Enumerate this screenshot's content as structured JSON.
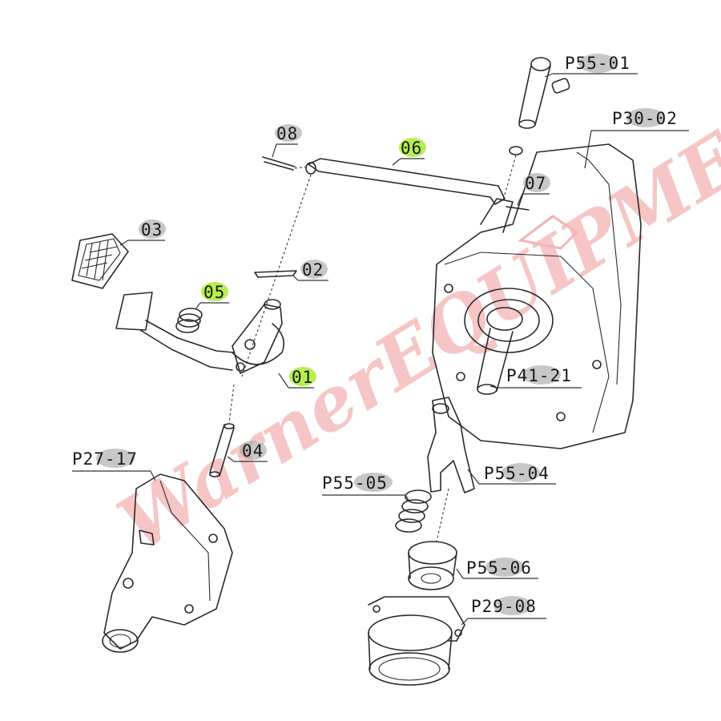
{
  "diagram": {
    "colors": {
      "line": "#2a2a2a",
      "highlight_green": "#b6ee52",
      "highlight_gray": "#a9a9a9",
      "watermark": "#f3b4b4"
    },
    "watermark": "WarnerEQUIPMENT",
    "callouts": [
      {
        "id": "p55-01",
        "label": "P55-01",
        "highlight": "gray"
      },
      {
        "id": "p30-02",
        "label": "P30-02",
        "highlight": "gray"
      },
      {
        "id": "08",
        "label": "08",
        "highlight": "gray"
      },
      {
        "id": "06",
        "label": "06",
        "highlight": "green"
      },
      {
        "id": "07",
        "label": "07",
        "highlight": "gray"
      },
      {
        "id": "03",
        "label": "03",
        "highlight": "gray"
      },
      {
        "id": "02",
        "label": "02",
        "highlight": "gray"
      },
      {
        "id": "05",
        "label": "05",
        "highlight": "green"
      },
      {
        "id": "01",
        "label": "01",
        "highlight": "green"
      },
      {
        "id": "p41-21",
        "label": "P41-21",
        "highlight": "gray"
      },
      {
        "id": "04",
        "label": "04",
        "highlight": "gray"
      },
      {
        "id": "p27-17",
        "label": "P27-17",
        "highlight": "gray"
      },
      {
        "id": "p55-05",
        "label": "P55-05",
        "highlight": "gray"
      },
      {
        "id": "p55-04",
        "label": "P55-04",
        "highlight": "gray"
      },
      {
        "id": "p55-06",
        "label": "P55-06",
        "highlight": "gray"
      },
      {
        "id": "p29-08",
        "label": "P29-08",
        "highlight": "gray"
      }
    ]
  }
}
